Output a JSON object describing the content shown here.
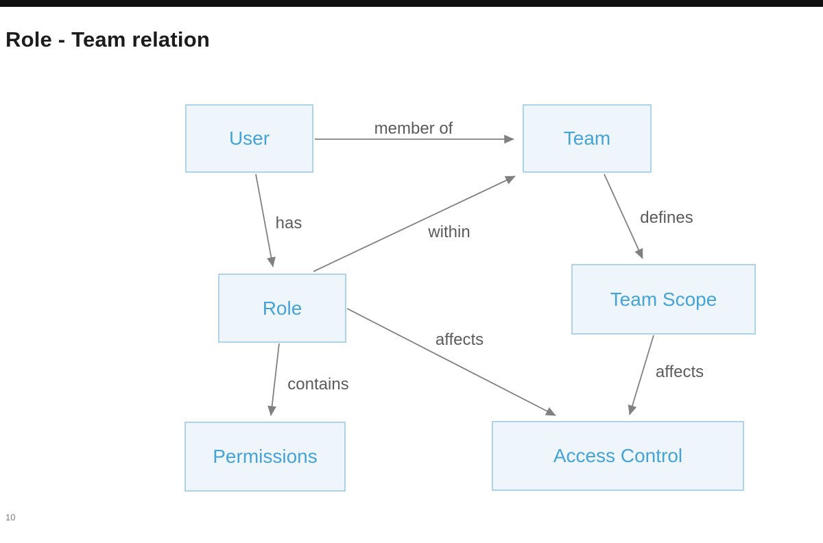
{
  "title": "Role - Team relation",
  "page_number": "10",
  "colors": {
    "node_fill": "#eef5fb",
    "node_border": "#aed3e8",
    "node_text": "#45a3d7",
    "edge_line": "#808080",
    "edge_label_text": "#5b5b5b",
    "title_text": "#1c1c1c",
    "letterbox": "#111111"
  },
  "diagram": {
    "nodes": [
      {
        "id": "user",
        "label": "User"
      },
      {
        "id": "team",
        "label": "Team"
      },
      {
        "id": "role",
        "label": "Role"
      },
      {
        "id": "team-scope",
        "label": "Team Scope"
      },
      {
        "id": "permissions",
        "label": "Permissions"
      },
      {
        "id": "access-control",
        "label": "Access Control"
      }
    ],
    "edges": [
      {
        "from": "User",
        "to": "Team",
        "label": "member of"
      },
      {
        "from": "User",
        "to": "Role",
        "label": "has"
      },
      {
        "from": "Role",
        "to": "Team",
        "label": "within"
      },
      {
        "from": "Team",
        "to": "Team Scope",
        "label": "defines"
      },
      {
        "from": "Role",
        "to": "Permissions",
        "label": "contains"
      },
      {
        "from": "Role",
        "to": "Access Control",
        "label": "affects"
      },
      {
        "from": "Team Scope",
        "to": "Access Control",
        "label": "affects"
      }
    ]
  }
}
